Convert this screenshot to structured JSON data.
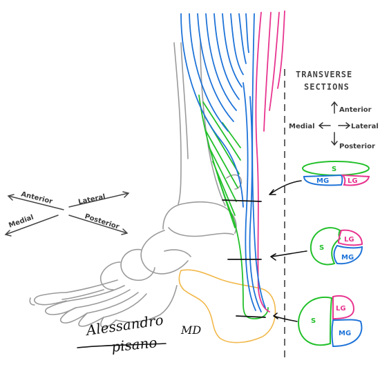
{
  "colors": {
    "soleus": "#22c02a",
    "medial_gastrocnemius": "#1e73d8",
    "lateral_gastrocnemius": "#e8348f",
    "bone": "#9a9a9a",
    "calcaneus": "#f2b84a",
    "ink": "#333333"
  },
  "sections_panel": {
    "title_line1": "TRANSVERSE",
    "title_line2": "SECTIONS",
    "anterior": "Anterior",
    "medial": "Medial",
    "lateral": "Lateral",
    "posterior": "Posterior"
  },
  "left_compass": {
    "anterior": "Anterior",
    "lateral": "Lateral",
    "medial": "Medial",
    "posterior": "Posterior"
  },
  "section_1": {
    "s": "S",
    "mg": "MG",
    "lg": "LG"
  },
  "section_2": {
    "s": "S",
    "lg": "LG",
    "mg": "MG"
  },
  "section_3": {
    "s": "S",
    "lg": "LG",
    "mg": "MG"
  },
  "signature": {
    "line1": "Alessandro",
    "line2": "pisano",
    "suffix": "MD"
  }
}
